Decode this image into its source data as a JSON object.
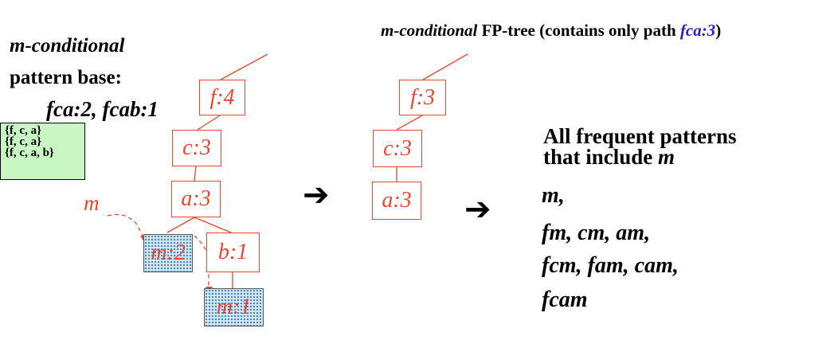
{
  "left_panel": {
    "title_line1": "m-conditional",
    "title_line2": "pattern base:",
    "base_values": "fca:2, fcab:1",
    "transactions": [
      "{f, c, a}",
      "{f, c, a}",
      "{f, c, a, b}"
    ]
  },
  "left_tree": {
    "nodes": [
      "f:4",
      "c:3",
      "a:3",
      "m:2",
      "b:1",
      "m:1"
    ],
    "pointer_label": "m"
  },
  "right_tree": {
    "title_prefix": "m-conditional",
    "title_middle": " FP-tree (contains only path ",
    "title_path": "fca:3",
    "title_suffix": ")",
    "nodes": [
      "f:3",
      "c:3",
      "a:3"
    ]
  },
  "arrows": [
    "➔",
    "➔"
  ],
  "patterns": {
    "heading_line1": "All frequent patterns",
    "heading_line2_text": "that include ",
    "heading_line2_item": "m",
    "lines": [
      "m,",
      "fm, cm, am,",
      "fcm, fam, cam,",
      "fcam"
    ]
  },
  "colors": {
    "node_red": "#e8462e",
    "path_blue": "#2a1ad8",
    "transaction_bg": "#c9f7c3",
    "dotted_fill": "#cfe6f4"
  }
}
